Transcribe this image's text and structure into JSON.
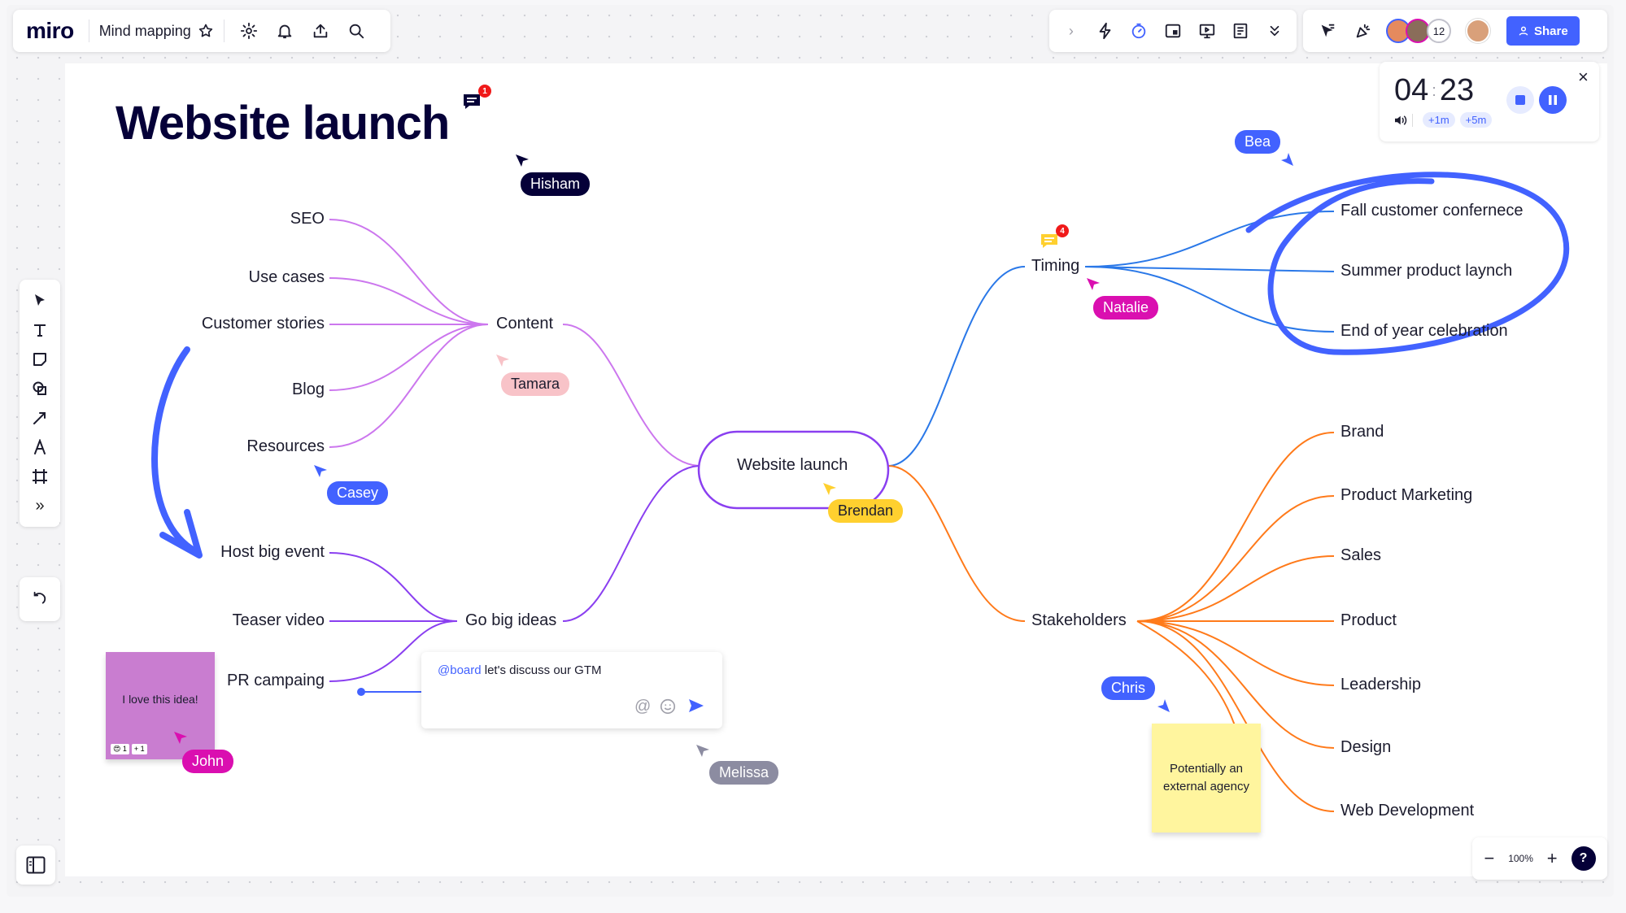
{
  "app": {
    "logo": "miro",
    "board_name": "Mind mapping"
  },
  "toolbar": {
    "icons": [
      "star-icon",
      "settings-icon",
      "bell-icon",
      "upload-icon",
      "search-icon"
    ],
    "right_icons": [
      "chevron-right-icon",
      "lightning-icon",
      "timer-icon",
      "card-icon",
      "present-icon",
      "notes-icon",
      "more-icon"
    ],
    "collab_icons": [
      "cursor-follow-icon",
      "celebrate-icon"
    ],
    "collaborator_count": "12",
    "share_label": "Share"
  },
  "timer": {
    "minutes": "04",
    "seconds": "23",
    "add1": "+1m",
    "add5": "+5m"
  },
  "board": {
    "title": "Website launch",
    "title_comment_count": "1",
    "center": "Website launch",
    "content": {
      "label": "Content",
      "children": [
        "SEO",
        "Use cases",
        "Customer stories",
        "Blog",
        "Resources"
      ]
    },
    "go_big": {
      "label": "Go big ideas",
      "children": [
        "Host big event",
        "Teaser video",
        "PR campaing"
      ]
    },
    "timing": {
      "label": "Timing",
      "comment_count": "4",
      "children": [
        "Fall customer confernece",
        "Summer product laynch",
        "End of year celebration"
      ]
    },
    "stakeholders": {
      "label": "Stakeholders",
      "children": [
        "Brand",
        "Product Marketing",
        "Sales",
        "Product",
        "Leadership",
        "Design",
        "Web Development"
      ]
    },
    "sticky_purple": {
      "text": "I love this idea!",
      "reactions": [
        "😍 1",
        "+ 1"
      ]
    },
    "sticky_yellow": {
      "text": "Potentially an external agency"
    },
    "comment": {
      "mention": "@board",
      "text": " let's discuss our GTM"
    }
  },
  "cursors": [
    {
      "name": "Hisham",
      "color": "#050038"
    },
    {
      "name": "Tamara",
      "color": "#f8c3c8"
    },
    {
      "name": "Casey",
      "color": "#4262ff"
    },
    {
      "name": "Brendan",
      "color": "#ffd02f"
    },
    {
      "name": "Natalie",
      "color": "#da0fb0"
    },
    {
      "name": "Bea",
      "color": "#4262ff"
    },
    {
      "name": "Chris",
      "color": "#4262ff"
    },
    {
      "name": "John",
      "color": "#da0fb0"
    },
    {
      "name": "Melissa",
      "color": "#8c8ca1"
    }
  ],
  "zoom": {
    "level": "100%"
  },
  "colors": {
    "content": "#cc77ee",
    "go_big": "#8a3ff0",
    "timing": "#2a78e8",
    "stakeholders": "#ff7a1a",
    "accent": "#4262ff"
  }
}
